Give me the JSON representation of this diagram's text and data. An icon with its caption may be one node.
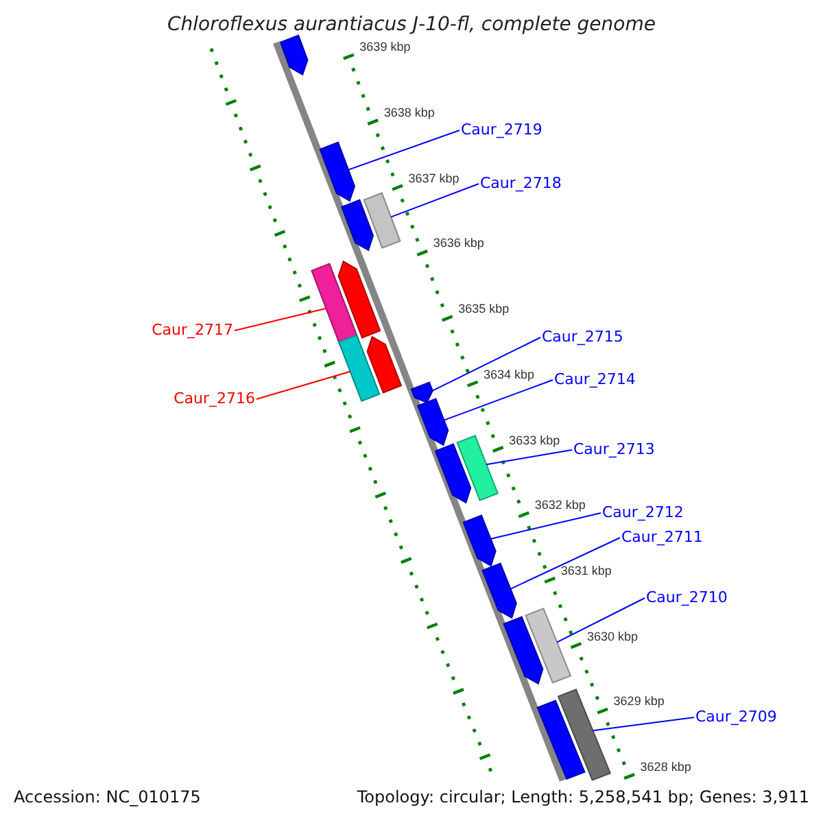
{
  "diagram": {
    "title": "Chloroflexus aurantiacus J-10-fl, complete genome",
    "nodes": [
      {
        "text": [],
        "shape": "pentagon"
      },
      {
        "text": [
          "Caur_2719"
        ]
      },
      {
        "text": [],
        "shape": "pentagon"
      },
      {
        "text": [],
        "shape": "pentagon"
      },
      {
        "text": [
          "Caur_2718"
        ]
      },
      {
        "text": [],
        "shape": "box"
      },
      {
        "text": [
          "Caur_2717"
        ]
      },
      {
        "text": [],
        "shape": "box"
      },
      {
        "text": [],
        "shape": "pentagon"
      },
      {
        "text": [
          "Caur_2716"
        ]
      },
      {
        "text": [],
        "shape": "box"
      },
      {
        "text": [],
        "shape": "pentagon"
      },
      {
        "text": [
          "Caur_2715"
        ]
      },
      {
        "text": [],
        "shape": "pentagon"
      },
      {
        "text": [
          "Caur_2714"
        ]
      },
      {
        "text": [],
        "shape": "pentagon"
      },
      {
        "text": [],
        "shape": "pentagon"
      },
      {
        "text": [
          "Caur_2713"
        ]
      },
      {
        "text": [],
        "shape": "box"
      },
      {
        "text": [
          "Caur_2712"
        ]
      },
      {
        "text": [],
        "shape": "pentagon"
      },
      {
        "text": [
          "Caur_2711"
        ]
      },
      {
        "text": [],
        "shape": "pentagon"
      },
      {
        "text": [],
        "shape": "pentagon"
      },
      {
        "text": [
          "Caur_2710"
        ]
      },
      {
        "text": [],
        "shape": "box"
      },
      {
        "text": [],
        "shape": "box"
      },
      {
        "text": [
          "Caur_2709"
        ]
      },
      {
        "text": [],
        "shape": "box"
      }
    ],
    "edges": [
      {
        "from": 1,
        "to": 2,
        "arrow": "none"
      },
      {
        "from": 4,
        "to": 5,
        "arrow": "none"
      },
      {
        "from": 6,
        "to": 7,
        "arrow": "none",
        "color": "#ff0000"
      },
      {
        "from": 9,
        "to": 10,
        "arrow": "none",
        "color": "#ff0000"
      },
      {
        "from": 12,
        "to": 13,
        "arrow": "none"
      },
      {
        "from": 14,
        "to": 15,
        "arrow": "none"
      },
      {
        "from": 17,
        "to": 18,
        "arrow": "none"
      },
      {
        "from": 19,
        "to": 20,
        "arrow": "none"
      },
      {
        "from": 21,
        "to": 22,
        "arrow": "none"
      },
      {
        "from": 24,
        "to": 25,
        "arrow": "none"
      },
      {
        "from": 27,
        "to": 28,
        "arrow": "none"
      }
    ],
    "labels": [
      "3639 kbp",
      "3638 kbp",
      "3637 kbp",
      "3636 kbp",
      "3635 kbp",
      "3634 kbp",
      "3633 kbp",
      "3632 kbp",
      "3631 kbp",
      "3630 kbp",
      "3629 kbp",
      "3628 kbp",
      "Accession: NC_010175",
      "Topology: circular; Length: 5,258,541 bp; Genes: 3,911"
    ]
  }
}
